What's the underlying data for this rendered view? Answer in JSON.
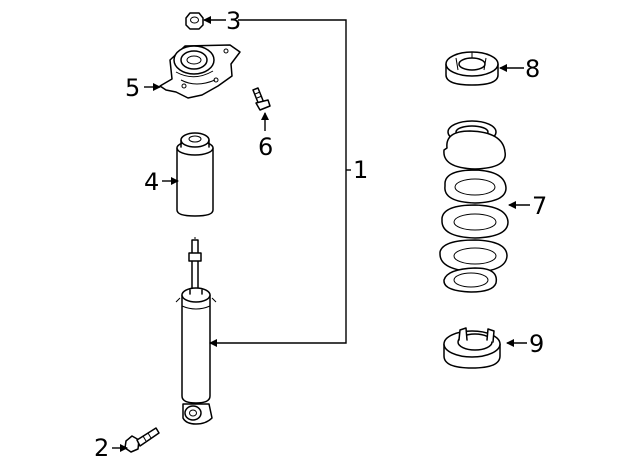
{
  "diagram": {
    "callouts": [
      {
        "id": "1",
        "text": "1"
      },
      {
        "id": "2",
        "text": "2"
      },
      {
        "id": "3",
        "text": "3"
      },
      {
        "id": "4",
        "text": "4"
      },
      {
        "id": "5",
        "text": "5"
      },
      {
        "id": "6",
        "text": "6"
      },
      {
        "id": "7",
        "text": "7"
      },
      {
        "id": "8",
        "text": "8"
      },
      {
        "id": "9",
        "text": "9"
      }
    ],
    "colors": {
      "line": "#000000",
      "background": "#ffffff"
    }
  }
}
